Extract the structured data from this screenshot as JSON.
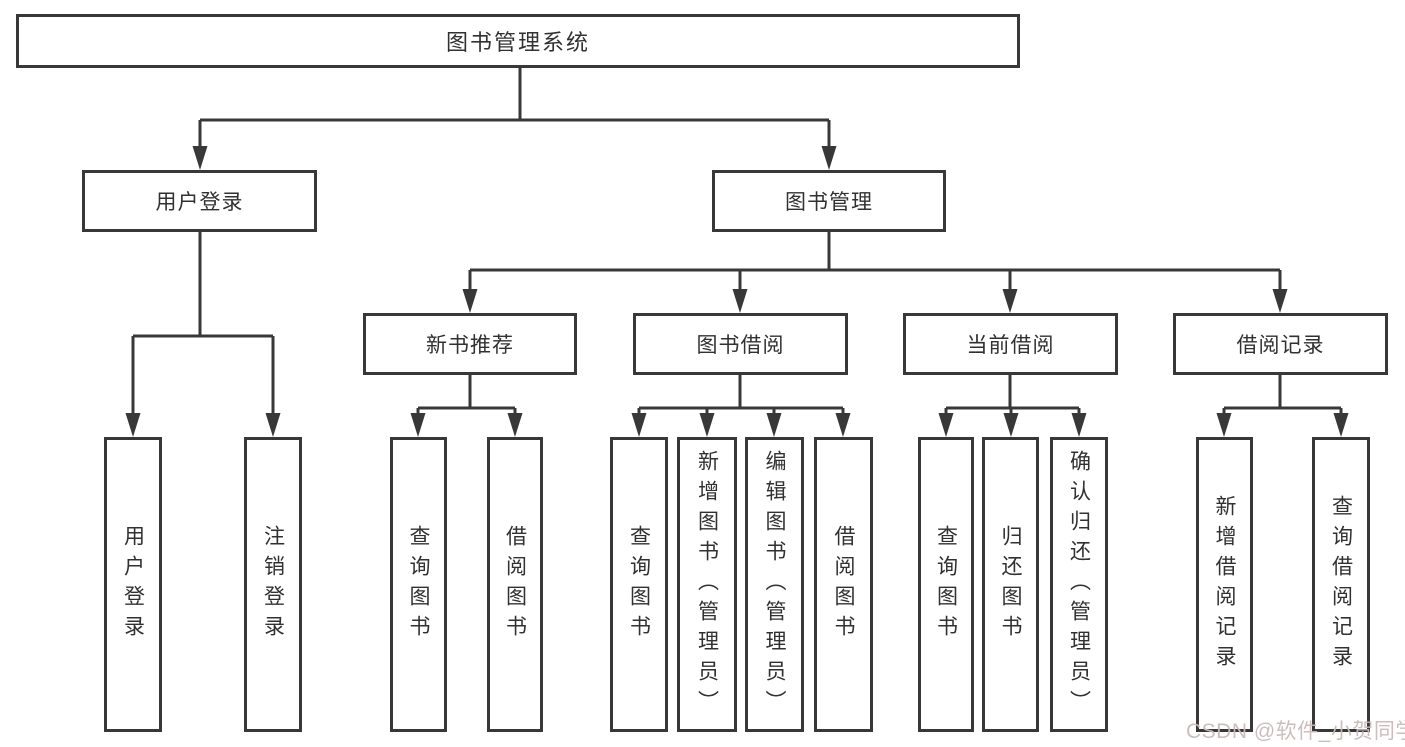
{
  "diagram": {
    "root": {
      "label": "图书管理系统"
    },
    "level2": [
      {
        "id": "user-login",
        "label": "用户登录"
      },
      {
        "id": "book-management",
        "label": "图书管理"
      }
    ],
    "level3": [
      {
        "id": "new-book-recommend",
        "label": "新书推荐"
      },
      {
        "id": "book-borrow",
        "label": "图书借阅"
      },
      {
        "id": "current-borrow",
        "label": "当前借阅"
      },
      {
        "id": "borrow-records",
        "label": "借阅记录"
      }
    ],
    "level4": {
      "user_login_children": [
        {
          "label": "用户登录"
        },
        {
          "label": "注销登录"
        }
      ],
      "new_book_children": [
        {
          "label": "查询图书"
        },
        {
          "label": "借阅图书"
        }
      ],
      "book_borrow_children": [
        {
          "label": "查询图书"
        },
        {
          "label": "新增图书（管理员）"
        },
        {
          "label": "编辑图书（管理员）"
        },
        {
          "label": "借阅图书"
        }
      ],
      "current_borrow_children": [
        {
          "label": "查询图书"
        },
        {
          "label": "归还图书"
        },
        {
          "label": "确认归还（管理员）"
        }
      ],
      "borrow_record_children": [
        {
          "label": "新增借阅记录"
        },
        {
          "label": "查询借阅记录"
        }
      ]
    }
  },
  "watermark": {
    "text": "CSDN @软件_小贺同学"
  },
  "colors": {
    "line": "#383838",
    "border": "#383838",
    "text": "#313131",
    "background": "#ffffff",
    "watermark": "#cbb9b9"
  }
}
